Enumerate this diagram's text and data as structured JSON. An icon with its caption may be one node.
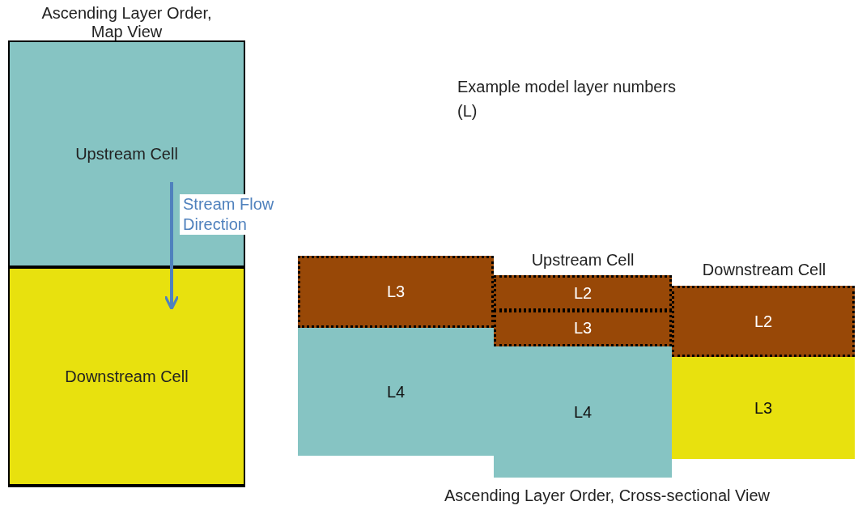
{
  "diagram": {
    "nodes": [
      {
        "text": [
          "Ascending Layer Order, Map View"
        ]
      },
      {
        "text": [
          "Upstream Cell"
        ],
        "in": 0
      },
      {
        "text": [
          "Downstream Cell"
        ],
        "in": 0
      },
      {
        "text": [
          "L3"
        ]
      },
      {
        "text": [
          "L4"
        ]
      },
      {
        "text": [
          "Upstream Cell"
        ]
      },
      {
        "text": [
          "L2"
        ],
        "in": 5
      },
      {
        "text": [
          "L3"
        ],
        "in": 5
      },
      {
        "text": [
          "L4"
        ],
        "in": 5
      },
      {
        "text": [
          "Downstream Cell"
        ]
      },
      {
        "text": [
          "L2"
        ],
        "in": 9
      },
      {
        "text": [
          "L3"
        ],
        "in": 9
      }
    ],
    "edges": [
      {
        "from": 1,
        "to": 2,
        "arrow": "to",
        "label": "Stream Flow Direction",
        "color": "#4f81bd"
      }
    ],
    "labels": [
      "Example model layer numbers (L)",
      "Ascending Layer Order, Cross-sectional View"
    ]
  }
}
